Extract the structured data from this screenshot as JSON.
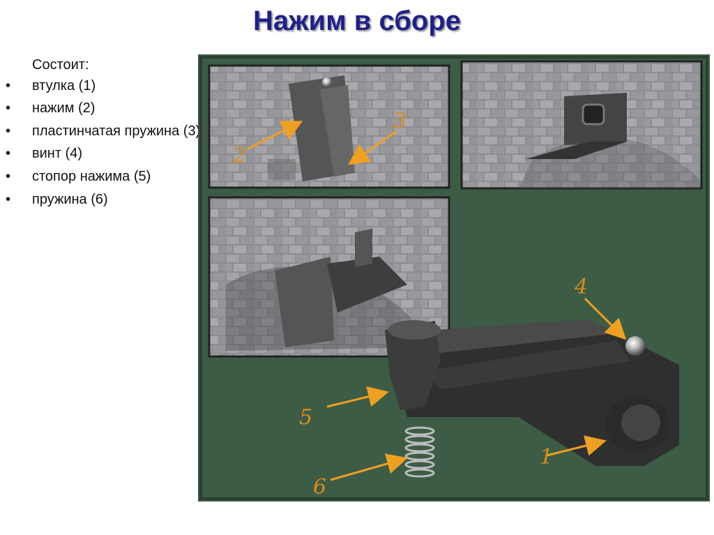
{
  "slide": {
    "title": "Нажим в сборе",
    "intro": "Состоит:",
    "items": [
      "втулка (1)",
      "нажим (2)",
      "пластинчатая пружина (3)",
      "винт (4)",
      "стопор нажима (5)",
      "пружина (6)"
    ]
  },
  "figure": {
    "callouts": [
      "1",
      "2",
      "3",
      "4",
      "5",
      "6"
    ]
  }
}
